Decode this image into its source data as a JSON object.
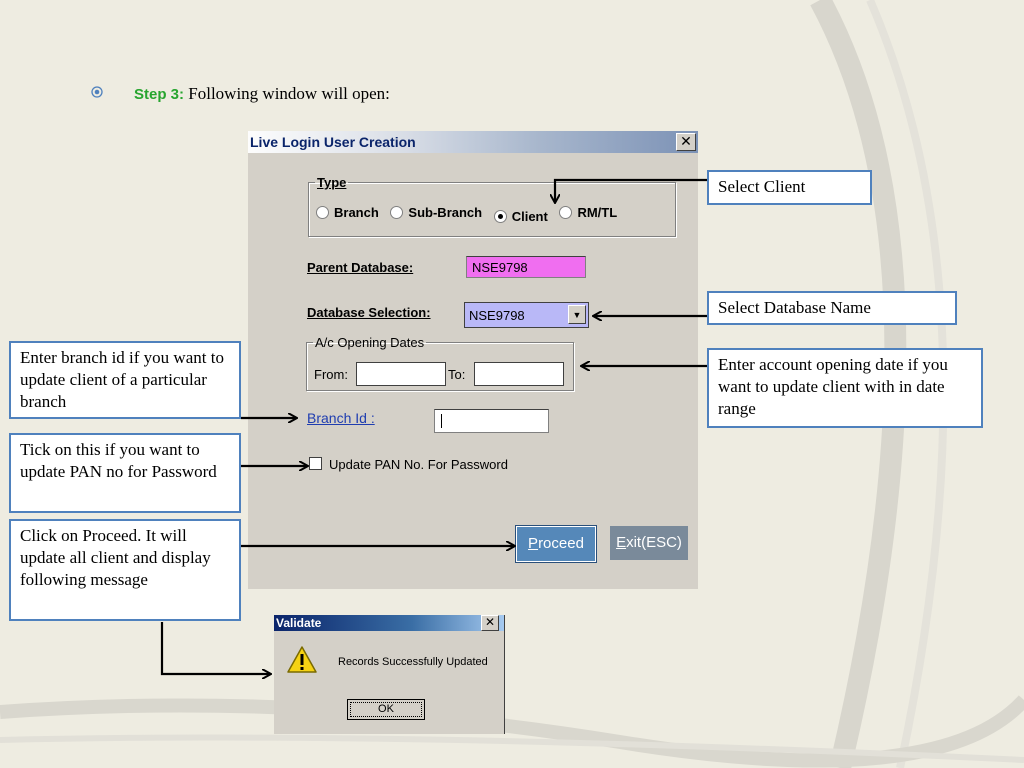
{
  "slide": {
    "step_label": "Step 3:",
    "step_text": " Following window will open:"
  },
  "dialog": {
    "title": "Live Login User Creation",
    "close_glyph": "✕",
    "type_group": {
      "legend": "Type",
      "options": [
        "Branch",
        "Sub-Branch",
        "Client",
        "RM/TL"
      ],
      "selected": "Client"
    },
    "parent_database": {
      "label": "Parent Database:",
      "value": "NSE9798"
    },
    "database_selection": {
      "label": "Database Selection:",
      "value": "NSE9798"
    },
    "ac_opening_dates": {
      "legend": "A/c Opening Dates",
      "from_label": "From:",
      "to_label": "To:"
    },
    "branch_id": {
      "label": "Branch Id :"
    },
    "pan_checkbox": {
      "label": "Update PAN No. For Password",
      "checked": false
    },
    "proceed_button": {
      "label_hotkey": "P",
      "label_rest": "roceed"
    },
    "exit_button": {
      "label_hotkey": "E",
      "label_rest": "xit(ESC)"
    }
  },
  "callouts": {
    "client": "Select Client",
    "database": "Select Database Name",
    "dates": "Enter account opening date if you want to update client with in date range",
    "branch": "Enter branch id if you want to update client of a particular branch",
    "pan": "Tick on this if you want to update PAN no for  Password",
    "proceed": "Click on Proceed. It will update all client and display following message"
  },
  "validate_dialog": {
    "title": "Validate",
    "close_glyph": "✕",
    "message": "Records Successfully Updated",
    "ok_label": "OK"
  },
  "colors": {
    "slide_bg": "#eeece1",
    "step_label": "#27a52f",
    "callout_border": "#4f81bd",
    "parent_db_bg": "#f06ef0",
    "db_combo_bg": "#b9b8f7",
    "proceed_bg": "#5588b9"
  }
}
